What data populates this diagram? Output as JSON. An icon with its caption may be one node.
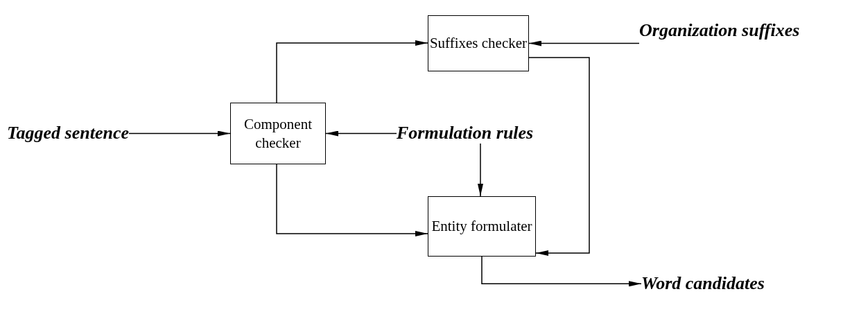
{
  "diagram": {
    "nodes": [
      {
        "text": [
          "Suffixes checker"
        ]
      },
      {
        "text": [
          "Organization suffixes"
        ]
      },
      {
        "text": [
          "Component checker"
        ]
      },
      {
        "text": [
          "Tagged sentence"
        ]
      },
      {
        "text": [
          "Formulation rules"
        ]
      },
      {
        "text": [
          "Entity formulater"
        ]
      },
      {
        "text": [
          "Word candidates"
        ]
      }
    ],
    "edges": [
      {
        "from": 1,
        "to": 0,
        "arrow": "to"
      },
      {
        "from": 3,
        "to": 2,
        "arrow": "to"
      },
      {
        "from": 2,
        "to": 0,
        "arrow": "to"
      },
      {
        "from": 4,
        "to": 2,
        "arrow": "to"
      },
      {
        "from": 4,
        "to": 5,
        "arrow": "to"
      },
      {
        "from": 2,
        "to": 5,
        "arrow": "to"
      },
      {
        "from": 0,
        "to": 5,
        "arrow": "to"
      },
      {
        "from": 5,
        "to": 6,
        "arrow": "to"
      }
    ]
  }
}
